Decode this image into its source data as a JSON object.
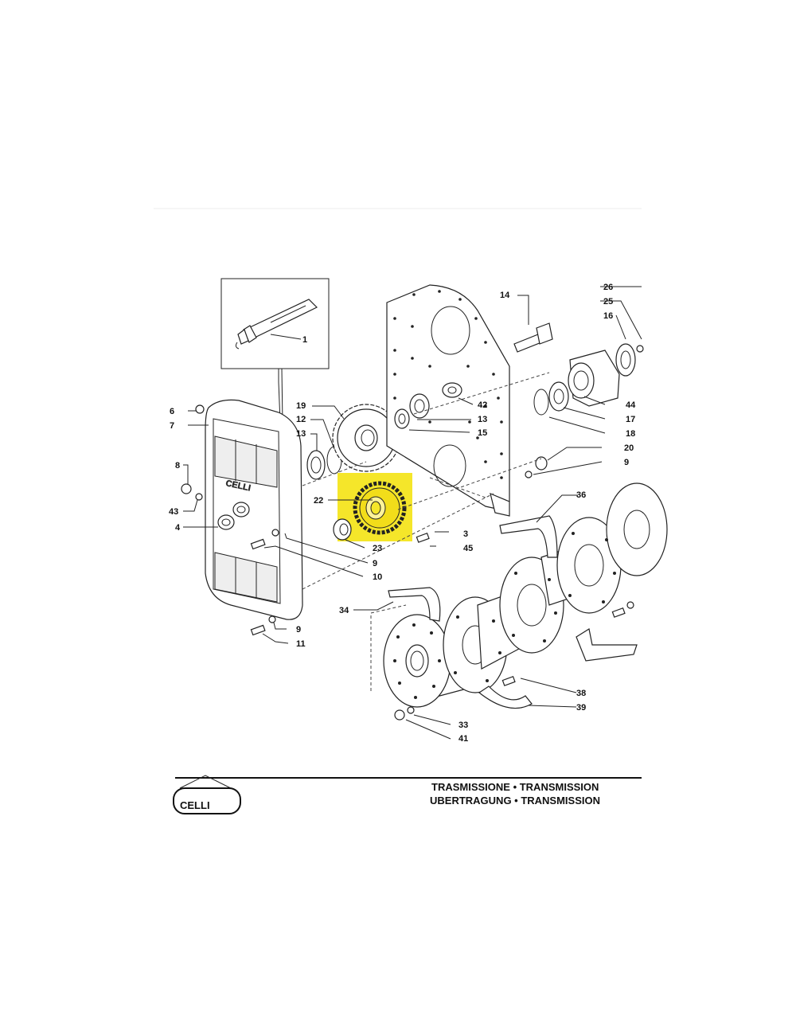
{
  "footer": {
    "title_line1": "TRASMISSIONE • TRANSMISSION",
    "title_line2": "UBERTRAGUNG • TRANSMISSION",
    "brand": "CELLI"
  },
  "cover_brand": "CELLI",
  "highlight_color": "#f5e62a",
  "callouts": [
    "1",
    "3",
    "4",
    "6",
    "7",
    "8",
    "9",
    "9",
    "9",
    "10",
    "11",
    "12",
    "13",
    "13",
    "14",
    "15",
    "16",
    "17",
    "18",
    "19",
    "20",
    "22",
    "23",
    "25",
    "26",
    "33",
    "34",
    "36",
    "38",
    "39",
    "41",
    "42",
    "43",
    "44",
    "45"
  ]
}
